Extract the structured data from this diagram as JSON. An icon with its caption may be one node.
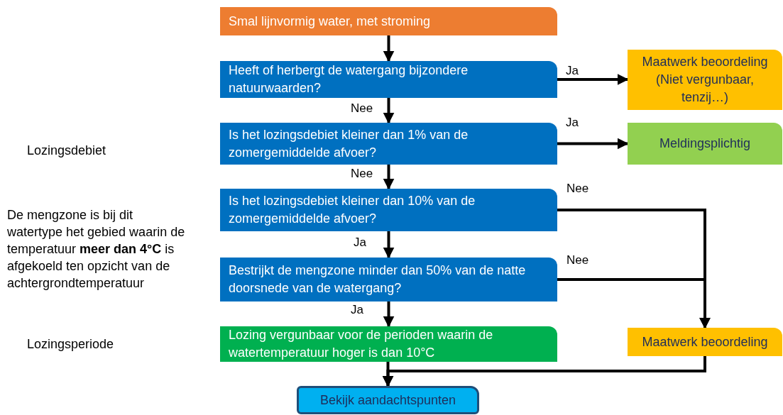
{
  "diagram": {
    "nodes": [
      {
        "text": [
          "Smal lijnvormig water, met stroming"
        ]
      },
      {
        "text": [
          "Heeft of herbergt de watergang bijzondere natuurwaarden?"
        ]
      },
      {
        "text": [
          "Maatwerk beoordeling (Niet vergunbaar, tenzij…)"
        ]
      },
      {
        "text": [
          "Is het lozingsdebiet kleiner dan 1% van de zomergemiddelde afvoer?"
        ]
      },
      {
        "text": [
          "Meldingsplichtig"
        ]
      },
      {
        "text": [
          "Is het lozingsdebiet kleiner dan 10% van de zomergemiddelde afvoer?"
        ]
      },
      {
        "text": [
          "Bestrijkt de mengzone minder dan 50% van de natte doorsnede van de watergang?"
        ]
      },
      {
        "text": [
          "Lozing vergunbaar voor de perioden waarin de watertemperatuur hoger is dan 10°C"
        ]
      },
      {
        "text": [
          "Maatwerk beoordeling"
        ]
      },
      {
        "text": [
          "Bekijk aandachtspunten"
        ]
      }
    ],
    "edges": [
      {
        "from": 0,
        "to": 1,
        "arrow": "to"
      },
      {
        "from": 1,
        "to": 2,
        "arrow": "to",
        "label": "Ja"
      },
      {
        "from": 1,
        "to": 3,
        "arrow": "to",
        "label": "Nee"
      },
      {
        "from": 3,
        "to": 4,
        "arrow": "to",
        "label": "Ja"
      },
      {
        "from": 3,
        "to": 5,
        "arrow": "to",
        "label": "Nee"
      },
      {
        "from": 5,
        "to": 8,
        "arrow": "to",
        "label": "Nee"
      },
      {
        "from": 5,
        "to": 6,
        "arrow": "to",
        "label": "Ja"
      },
      {
        "from": 6,
        "to": 8,
        "arrow": "to",
        "label": "Nee"
      },
      {
        "from": 6,
        "to": 7,
        "arrow": "to",
        "label": "Ja"
      },
      {
        "from": 7,
        "to": 9,
        "arrow": "to"
      },
      {
        "from": 8,
        "to": 9,
        "arrow": "to"
      }
    ],
    "labels": [
      "Lozingsdebiet",
      "De mengzone is bij dit watertype het gebied waarin de temperatuur **meer dan 4°C** is afgekoeld ten opzicht van de achtergrondtemperatuur",
      "Lozingsperiode"
    ]
  }
}
